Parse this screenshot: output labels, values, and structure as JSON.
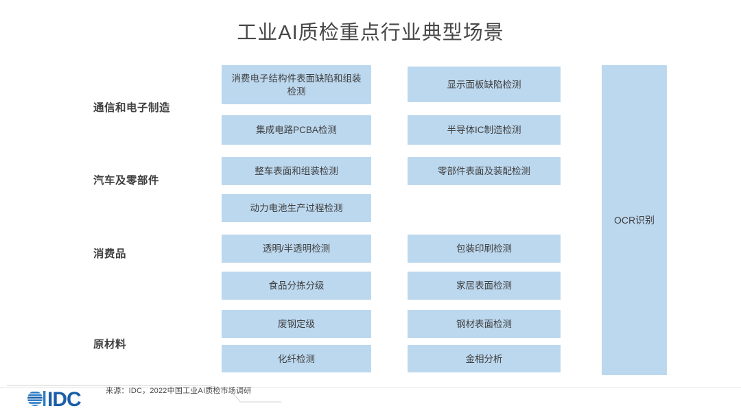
{
  "slide": {
    "title": "工业AI质检重点行业典型场景",
    "background_color": "#ffffff",
    "box_color": "#bcd8ef",
    "text_color": "#3f3f3f"
  },
  "categories": [
    {
      "label": "通信和电子制造"
    },
    {
      "label": "汽车及零部件"
    },
    {
      "label": "消费品"
    },
    {
      "label": "原材料"
    }
  ],
  "column1": [
    {
      "label": "消费电子结构件表面缺陷和组装检测"
    },
    {
      "label": "集成电路PCBA检测"
    },
    {
      "label": "整车表面和组装检测"
    },
    {
      "label": "动力电池生产过程检测"
    },
    {
      "label": "透明/半透明检测"
    },
    {
      "label": "食品分拣分级"
    },
    {
      "label": "废钢定级"
    },
    {
      "label": "化纤检测"
    }
  ],
  "column2": [
    {
      "label": "显示面板缺陷检测"
    },
    {
      "label": "半导体IC制造检测"
    },
    {
      "label": "零部件表面及装配检测"
    },
    {
      "label": "包装印刷检测"
    },
    {
      "label": "家居表面检测"
    },
    {
      "label": "钢材表面检测"
    },
    {
      "label": "金相分析"
    }
  ],
  "side_column": {
    "label": "OCR识别"
  },
  "footer": {
    "source": "来源：IDC，2022中国工业AI质检市场调研",
    "logo_text": "IDC",
    "logo_color": "#1b5ea8"
  }
}
